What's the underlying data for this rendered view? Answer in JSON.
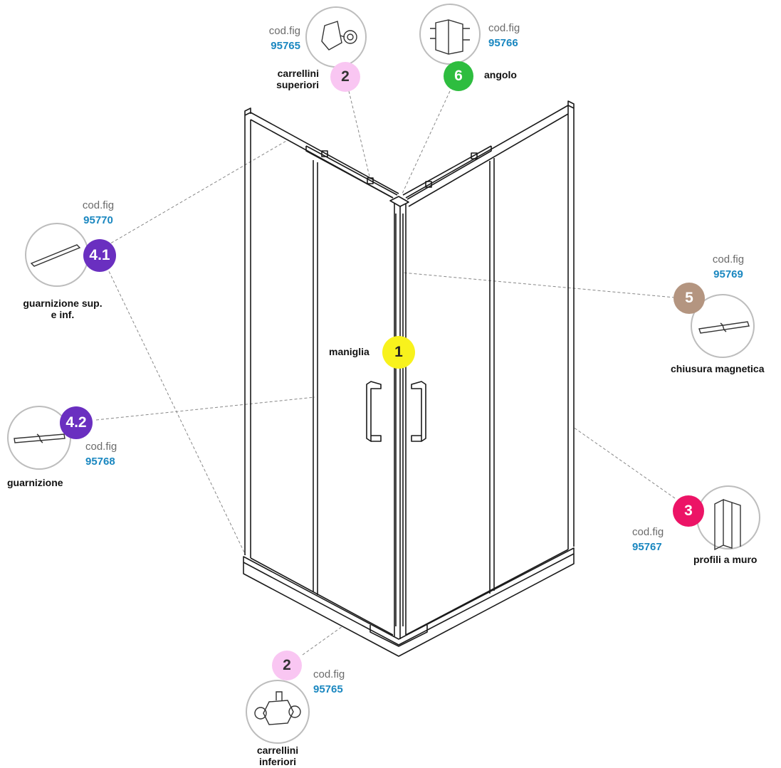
{
  "colors": {
    "code": "#1a87c0",
    "badge_pink_light": "#f9c6f2",
    "badge_green": "#2ebd3f",
    "badge_purple": "#6a2fc0",
    "badge_taupe": "#b49580",
    "badge_magenta": "#ec1466",
    "badge_yellow": "#f8f21c",
    "line_art": "#1a1a1a",
    "leader_line": "#888888"
  },
  "code_prefix": "cod.fig",
  "parts": {
    "carrellini_superiori": {
      "badge": "2",
      "label_line1": "carrellini",
      "label_line2": "superiori",
      "code": "95765",
      "icon": "top-roller-icon"
    },
    "angolo": {
      "badge": "6",
      "label": "angolo",
      "code": "95766",
      "icon": "corner-bracket-icon"
    },
    "guarnizione_sup_inf": {
      "badge": "4.1",
      "label_line1": "guarnizione sup.",
      "label_line2": "e inf.",
      "code": "95770",
      "icon": "seal-strip-icon"
    },
    "chiusura_magnetica": {
      "badge": "5",
      "label": "chiusura magnetica",
      "code": "95769",
      "icon": "magnetic-strip-icon"
    },
    "maniglia": {
      "badge": "1",
      "label": "maniglia"
    },
    "guarnizione": {
      "badge": "4.2",
      "label": "guarnizione",
      "code": "95768",
      "icon": "seal-strip-icon"
    },
    "profili_a_muro": {
      "badge": "3",
      "label": "profili a muro",
      "code": "95767",
      "icon": "wall-profile-icon"
    },
    "carrellini_inferiori": {
      "badge": "2",
      "label_line1": "carrellini",
      "label_line2": "inferiori",
      "code": "95765",
      "icon": "bottom-roller-icon"
    }
  }
}
